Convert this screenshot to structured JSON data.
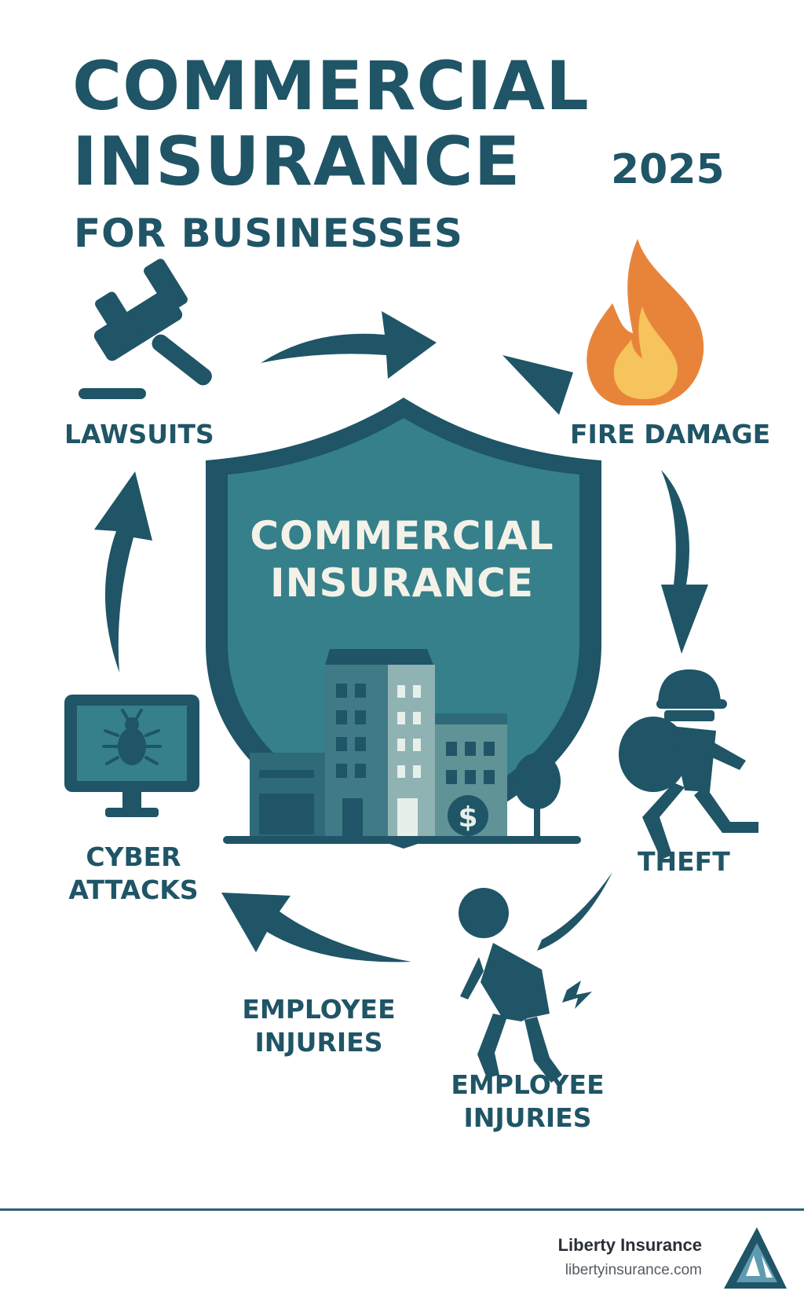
{
  "header": {
    "title_line1": "COMMERCIAL",
    "title_line2": "INSURANCE",
    "subtitle": "FOR BUSINESSES",
    "year": "2025"
  },
  "center": {
    "shield_line1": "COMMERCIAL",
    "shield_line2": "INSURANCE"
  },
  "risks": {
    "lawsuits": "LAWSUITS",
    "fire": "FIRE DAMAGE",
    "theft": "THEFT",
    "injuries_right_1": "EMPLOYEE",
    "injuries_right_2": "INJURIES",
    "injuries_left_1": "EMPLOYEE",
    "injuries_left_2": "INJURIES",
    "cyber_1": "CYBER",
    "cyber_2": "ATTACKS"
  },
  "icons": [
    "gavel-icon",
    "fire-icon",
    "thief-icon",
    "injured-worker-icon",
    "computer-bug-icon",
    "shield-icon",
    "building-icon",
    "tree-icon",
    "dollar-icon",
    "liberty-logo-icon"
  ],
  "colors": {
    "primary": "#1f5566",
    "shield_fill": "#35808a",
    "fire_outer": "#e8843a",
    "fire_inner": "#f6c35c"
  },
  "footer": {
    "brand": "Liberty Insurance",
    "url": "libertyinsurance.com"
  }
}
